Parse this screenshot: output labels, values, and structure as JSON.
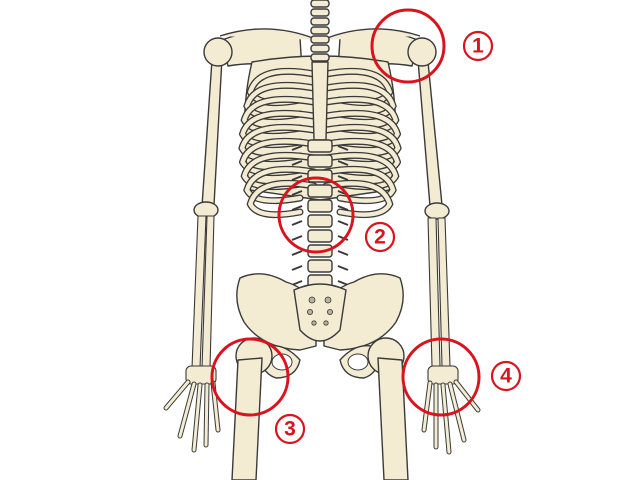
{
  "markers": [
    {
      "id": "1",
      "label": "1"
    },
    {
      "id": "2",
      "label": "2"
    },
    {
      "id": "3",
      "label": "3"
    },
    {
      "id": "4",
      "label": "4"
    }
  ],
  "colors": {
    "marker": "#d9141e",
    "bone": "#f3ecd2",
    "outline": "#3a3a3a"
  }
}
